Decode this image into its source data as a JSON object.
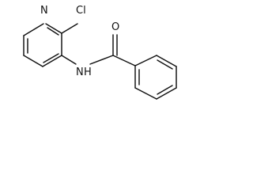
{
  "atom_labels": {
    "nitrogen_ring": "N",
    "chlorine": "Cl",
    "oxygen": "O",
    "amide_nitrogen": "N",
    "amide_hydrogen": "H"
  }
}
